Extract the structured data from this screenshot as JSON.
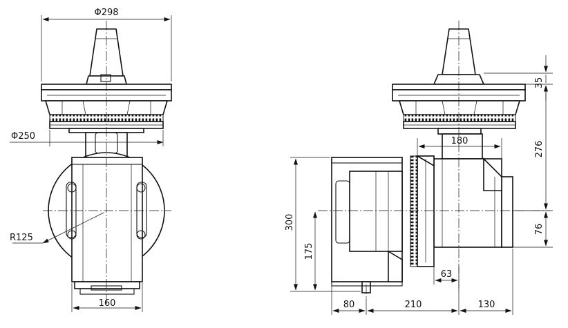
{
  "dimensions": {
    "dia_298": "Φ298",
    "dia_250": "Φ250",
    "radius_125": "R125",
    "width_160": "160",
    "width_180": "180",
    "height_35": "35",
    "height_276": "276",
    "height_76": "76",
    "height_300": "300",
    "height_175": "175",
    "len_63": "63",
    "len_80": "80",
    "len_210": "210",
    "len_130": "130"
  }
}
